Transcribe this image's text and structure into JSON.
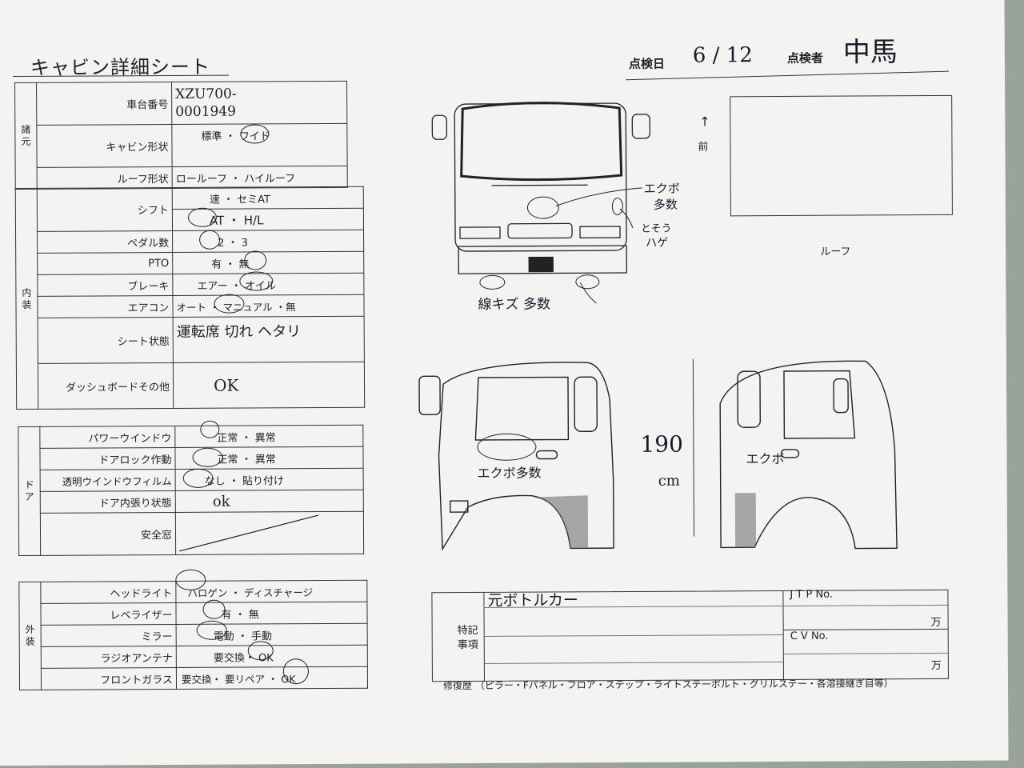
{
  "header": {
    "title": "キャビン詳細シート",
    "inspection_date_label": "点検日",
    "inspection_date": "6 / 12",
    "inspector_label": "点検者",
    "inspector": "中馬"
  },
  "specs": {
    "group": "諸元",
    "rows": [
      {
        "label": "車台番号",
        "value": "XZU700-\n0001949"
      },
      {
        "label": "キャビン形状",
        "value": "標準 ・ ワイド"
      },
      {
        "label": "ルーフ形状",
        "value": "ロールーフ ・ ハイルーフ"
      }
    ]
  },
  "interior": {
    "group": "内装",
    "rows": [
      {
        "label": "シフト",
        "value": "速 ・ セミAT",
        "value2": "AT ・ H/L"
      },
      {
        "label": "ペダル数",
        "value": "2 ・ 3"
      },
      {
        "label": "PTO",
        "value": "有 ・ 無"
      },
      {
        "label": "ブレーキ",
        "value": "エアー ・ オイル"
      },
      {
        "label": "エアコン",
        "value": "オート ・ マニュアル ・無"
      },
      {
        "label": "シート状態",
        "value": "運転席 切れ ヘタリ"
      },
      {
        "label": "ダッシュボードその他",
        "value": "OK"
      }
    ]
  },
  "door": {
    "group": "ドア",
    "rows": [
      {
        "label": "パワーウインドウ",
        "value": "正常 ・ 異常"
      },
      {
        "label": "ドアロック作動",
        "value": "正常 ・ 異常"
      },
      {
        "label": "透明ウインドウフィルム",
        "value": "なし ・ 貼り付け"
      },
      {
        "label": "ドア内張り状態",
        "value": "ok"
      },
      {
        "label": "安全窓",
        "value": ""
      }
    ]
  },
  "exterior": {
    "group": "外装",
    "rows": [
      {
        "label": "ヘッドライト",
        "value": "ハロゲン ・ ディスチャージ"
      },
      {
        "label": "レベライザー",
        "value": "有 ・ 無"
      },
      {
        "label": "ミラー",
        "value": "電動 ・ 手動"
      },
      {
        "label": "ラジオアンテナ",
        "value": "要交換・ OK"
      },
      {
        "label": "フロントガラス",
        "value": "要交換・ 要リペア ・ OK"
      }
    ]
  },
  "diagram": {
    "front_note1": "エクボ",
    "front_note2": "多数",
    "front_note3": "とそう",
    "front_note4": "ハゲ",
    "bumper_note": "線キズ 多数",
    "side_note": "エクボ多数",
    "side_note2": "エクボ",
    "height_value": "190",
    "height_unit": "cm",
    "front_arrow_label": "前",
    "roof_label": "ルーフ"
  },
  "remarks": {
    "label": "特記\n事項",
    "text": "元ボトルカー",
    "jtp_label": "J T P  No.",
    "cv_label": "C V  No.",
    "unit": "万",
    "repair_history": "修復歴 （ピラー・Fパネル・フロア・ステップ・ライトステーボルト・グリルステー・各溶接継ぎ目等）"
  }
}
